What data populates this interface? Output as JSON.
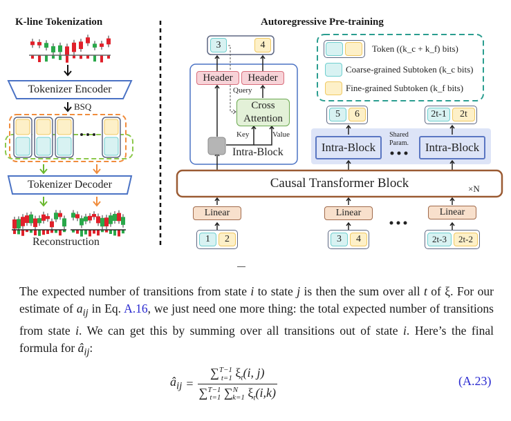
{
  "figure": {
    "left_panel": {
      "title": "K-line Tokenization",
      "encoder_label": "Tokenizer Encoder",
      "quantizer_label": "BSQ",
      "decoder_label": "Tokenizer Decoder",
      "reconstruction_label": "Reconstruction",
      "colors": {
        "bull": "#2aa84a",
        "bear": "#e0202a",
        "coarse_group": "#8cc84a",
        "fine_group": "#f08c3c",
        "encoder_border": "#4a72c4"
      }
    },
    "right_panel": {
      "title": "Autoregressive Pre-training",
      "legend": {
        "token": "Token ((k_c + k_f) bits)",
        "coarse": "Coarse-grained Subtoken (k_c bits)",
        "fine": "Fine-grained Subtoken (k_f bits)"
      },
      "detail_block": {
        "outputs": [
          "3",
          "4"
        ],
        "header_labels": [
          "Header",
          "Header"
        ],
        "query_label": "Query",
        "cross_attention_label": [
          "Cross",
          "Attention"
        ],
        "key_label": "Key",
        "value_label": "Value",
        "block_label": "Intra-Block"
      },
      "intra_blocks": [
        {
          "label": "Intra-Block",
          "outputs": [
            "5",
            "6"
          ]
        },
        {
          "label": "Intra-Block",
          "outputs": [
            "2t-1",
            "2t"
          ]
        }
      ],
      "shared_label": [
        "Shared",
        "Param."
      ],
      "ellipsis": "• • •",
      "transformer_label": "Causal Transformer Block",
      "repeat_label": "×N",
      "inputs": [
        {
          "linear": "Linear",
          "tokens": [
            "1",
            "2"
          ]
        },
        {
          "linear": "Linear",
          "tokens": [
            "3",
            "4"
          ]
        },
        {
          "linear": "Linear",
          "tokens": [
            "2t-3",
            "2t-2"
          ]
        }
      ]
    }
  },
  "text": {
    "paragraph": {
      "p1": "The expected number of transitions from state ",
      "i": "i",
      "p2": " to state ",
      "j": "j",
      "p3": " is then the sum over all ",
      "t": "t",
      "p4": " of ξ. For our estimate of ",
      "a": "a",
      "ij": "ij",
      "p5": " in Eq. ",
      "ref": "A.16",
      "p6": ", we just need one more thing: the total expected number of transitions from state ",
      "i2": "i",
      "p7": ". We can get this by summing over all transitions out of state ",
      "i3": "i",
      "p8": ". Here’s the final formula for ",
      "ahat": "â",
      "ij2": "ij",
      "p9": ":"
    },
    "equation": {
      "lhs": "â",
      "lhs_sub": "ij",
      "equals": "=",
      "num_sum_sup": "T−1",
      "num_sum_sub": "t=1",
      "num_body": "ξ",
      "num_body_sub": "t",
      "num_args": "(i, j)",
      "den_sum1_sup": "T−1",
      "den_sum1_sub": "t=1",
      "den_sum2_sup": "N",
      "den_sum2_sub": "k=1",
      "den_body": "ξ",
      "den_body_sub": "t",
      "den_args": "(i,k)",
      "number": "(A.23)"
    },
    "link_color": "#2a2ad0"
  }
}
